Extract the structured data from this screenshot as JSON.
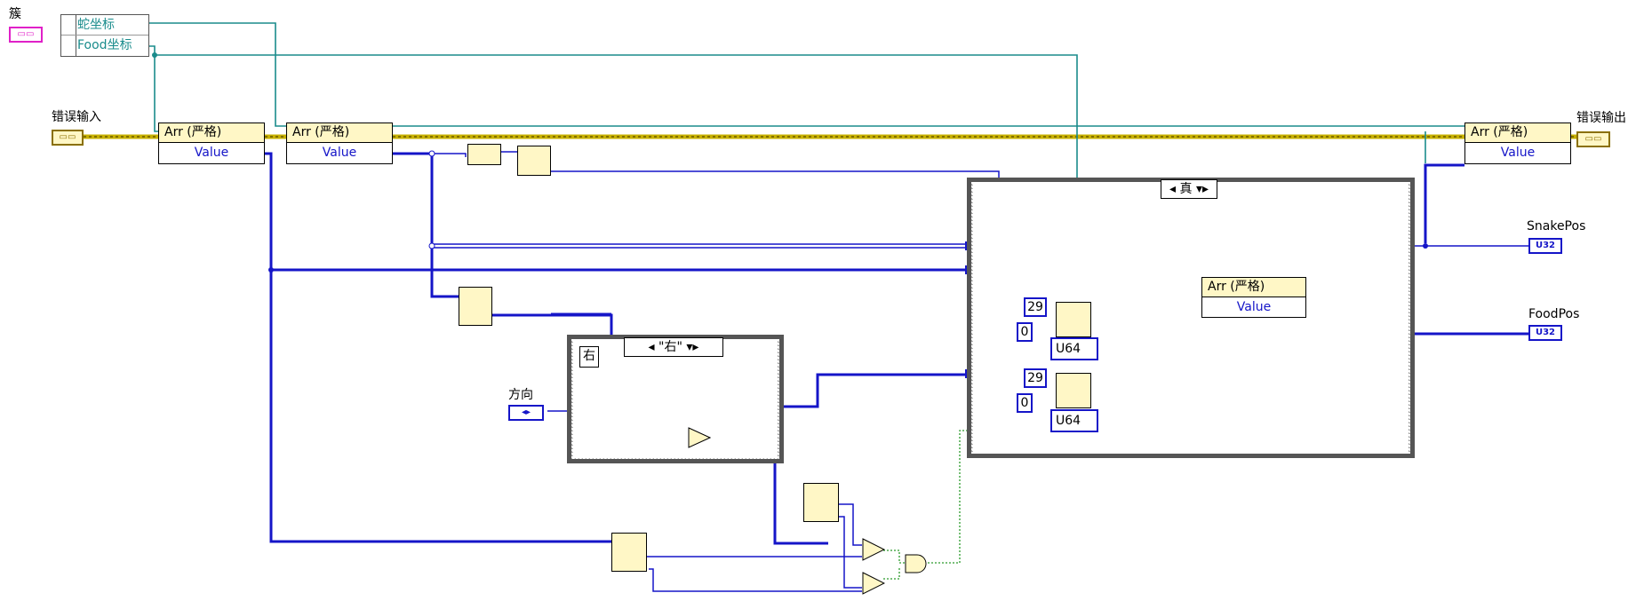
{
  "labels": {
    "cluster": "簇",
    "error_in": "错误输入",
    "error_out": "错误输出",
    "direction": "方向",
    "snake_pos": "SnakePos",
    "food_pos": "FoodPos"
  },
  "unbundle": {
    "row1": "蛇坐标",
    "row2": "Food坐标"
  },
  "unbundle_by_name": {
    "header": "Arr (严格)",
    "value": "Value"
  },
  "case_outer": {
    "selector": "真"
  },
  "case_inner": {
    "selector": "\"右\"",
    "case_label": "右"
  },
  "random_blocks": [
    {
      "max": "29",
      "min": "0",
      "type": "U64"
    },
    {
      "max": "29",
      "min": "0",
      "type": "U64"
    }
  ],
  "indicators": {
    "snake_type": "U32",
    "food_type": "U32"
  },
  "wire_colors": {
    "cluster": "#1a8c8c",
    "array": "#1515c8",
    "error": "#c7b000",
    "boolean": "#2a9a2a"
  }
}
